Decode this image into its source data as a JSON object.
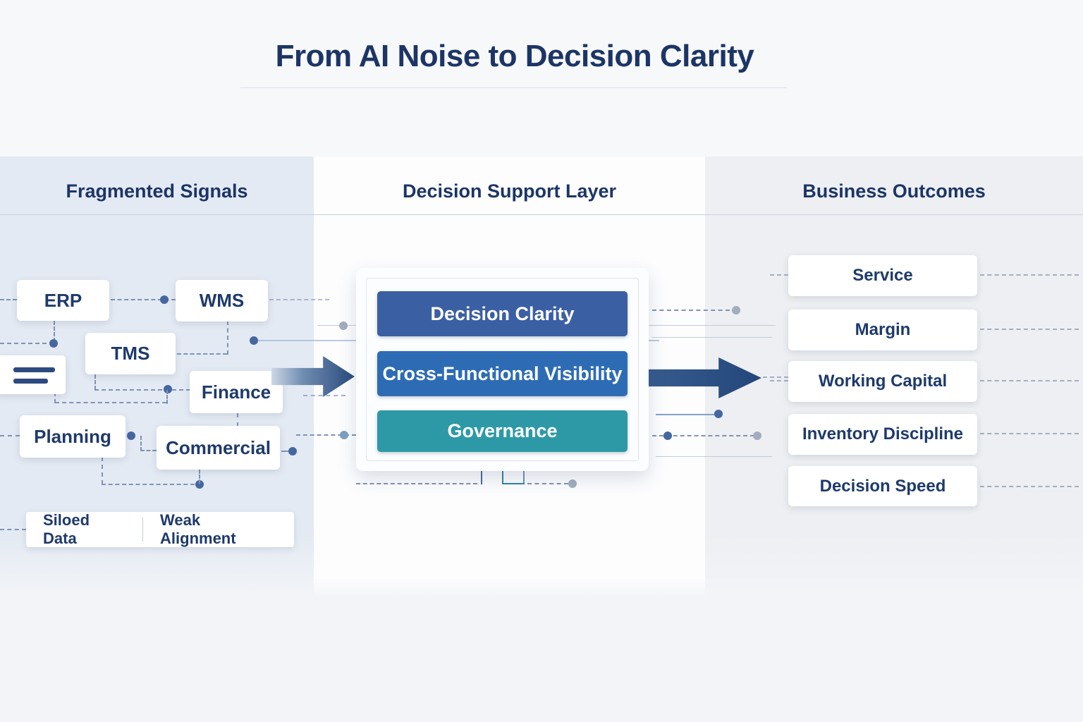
{
  "title": "From AI Noise to Decision Clarity",
  "columns": {
    "left": {
      "header": "Fragmented Signals"
    },
    "center": {
      "header": "Decision Support Layer"
    },
    "right": {
      "header": "Business Outcomes"
    }
  },
  "left": {
    "systems": [
      {
        "label": "ERP"
      },
      {
        "label": "WMS"
      },
      {
        "label": "TMS"
      },
      {
        "label": "Finance"
      },
      {
        "label": "Planning"
      },
      {
        "label": "Commercial"
      }
    ],
    "caption": {
      "left": "Siloed Data",
      "right": "Weak Alignment"
    },
    "icons": [
      "list-icon"
    ]
  },
  "card": {
    "layers": [
      {
        "label": "Decision Clarity",
        "color": "#3b5fa3"
      },
      {
        "label": "Cross-Functional Visibility",
        "color": "#2d6cb4"
      },
      {
        "label": "Governance",
        "color": "#2e99a6"
      }
    ]
  },
  "right": {
    "outcomes": [
      {
        "label": "Service"
      },
      {
        "label": "Margin"
      },
      {
        "label": "Working Capital"
      },
      {
        "label": "Inventory Discipline"
      },
      {
        "label": "Decision Speed"
      }
    ]
  },
  "colors": {
    "title_text": "#1c3566",
    "box_text": "#1e3a6b",
    "connector_dash": "#7f93b5",
    "connector_dot": "#45679f",
    "arrow_dark": "#24477a",
    "panel_left_bg": "#e4eaf3",
    "panel_center_bg": "#fdfdfe",
    "panel_right_bg": "#edeff2"
  }
}
